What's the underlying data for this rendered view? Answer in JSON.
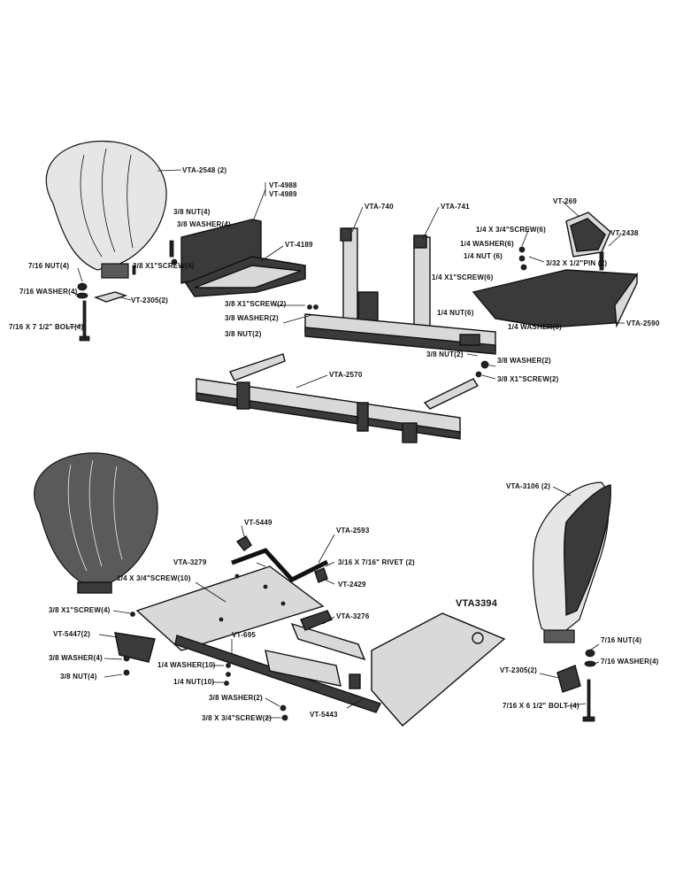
{
  "labels": {
    "vta_2548": "VTA-2548 (2)",
    "vt_4988": "VT-4988",
    "vt_4989": "VT-4989",
    "nut_3_8_4": "3/8 NUT(4)",
    "washer_3_8_4": "3/8 WASHER(4)",
    "vt_4189": "VT-4189",
    "vta_740": "VTA-740",
    "vta_741": "VTA-741",
    "vt_269": "VT-269",
    "vt_2438": "VT-2438",
    "screw_1_4x3_4_6": "1/4 X 3/4\"SCREW(6)",
    "washer_1_4_6": "1/4 WASHER(6)",
    "nut_1_4_6": "1/4 NUT (6)",
    "pin_3_32x1_2": "3/32 X 1/2\"PIN (2)",
    "nut_7_16_4a": "7/16 NUT(4)",
    "screw_3_8x1_4": "3/8 X1\"SCREW(4)",
    "washer_7_16_4a": "7/16 WASHER(4)",
    "vt_2305_a": "VT-2305(2)",
    "bolt_7_16x7_1_2": "7/16 X 7 1/2\" BOLT(4)",
    "screw_1_4x1_6": "1/4 X1\"SCREW(6)",
    "screw_3_8x1_2a": "3/8 X1\"SCREW(2)",
    "washer_3_8_2a": "3/8 WASHER(2)",
    "nut_3_8_2a": "3/8 NUT(2)",
    "nut_1_4_6b": "1/4 NUT(6)",
    "washer_1_4_6b": "1/4 WASHER(6)",
    "vta_2590": "VTA-2590",
    "nut_3_8_2b": "3/8 NUT(2)",
    "washer_3_8_2b": "3/8 WASHER(2)",
    "screw_3_8x1_2b": "3/8 X1\"SCREW(2)",
    "vta_2570": "VTA-2570",
    "vta_3106": "VTA-3106 (2)",
    "vt_5449": "VT-5449",
    "vta_2593": "VTA-2593",
    "vta_3279": "VTA-3279",
    "screw_1_4x3_4_10": "1/4 X 3/4\"SCREW(10)",
    "rivet_3_16x7_16": "3/16 X 7/16\" RIVET (2)",
    "vt_2429": "VT-2429",
    "vta3394": "VTA3394",
    "screw_3_8x1_4b": "3/8 X1\"SCREW(4)",
    "vta_3276": "VTA-3276",
    "vt_5447": "VT-5447(2)",
    "vt_695": "VT-695",
    "washer_3_8_4b": "3/8 WASHER(4)",
    "washer_1_4_10": "1/4 WASHER(10)",
    "nut_3_8_4b": "3/8 NUT(4)",
    "nut_1_4_10": "1/4 NUT(10)",
    "washer_3_8_2c": "3/8 WASHER(2)",
    "screw_3_8x3_4_2": "3/8 X 3/4\"SCREW(2)",
    "vt_5443": "VT-5443",
    "nut_7_16_4b": "7/16 NUT(4)",
    "washer_7_16_4b": "7/16 WASHER(4)",
    "vt_2305_b": "VT-2305(2)",
    "bolt_7_16x6_1_2": "7/16 X 6 1/2\" BOLT (4)"
  }
}
